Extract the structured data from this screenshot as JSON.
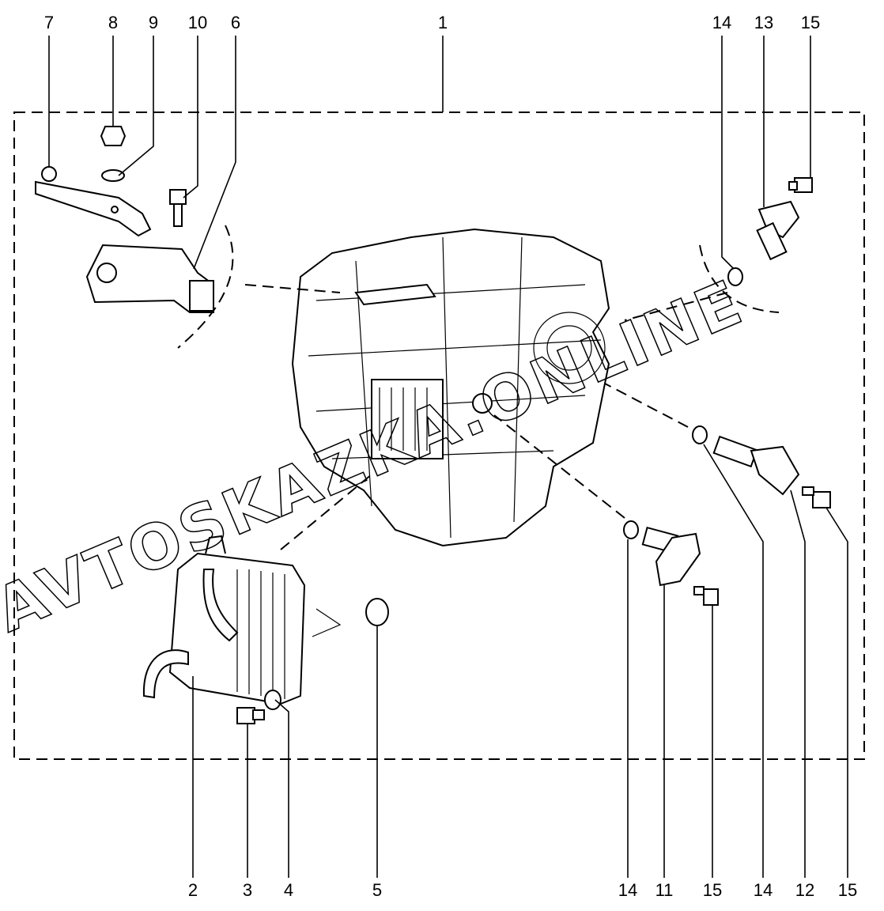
{
  "diagram": {
    "watermark": "AVTOSKAZKA.ONLINE",
    "top_labels": [
      "7",
      "8",
      "9",
      "10",
      "6",
      "1",
      "14",
      "13",
      "15"
    ],
    "bottom_labels": [
      "2",
      "3",
      "4",
      "5",
      "14",
      "11",
      "15",
      "14",
      "12",
      "15"
    ]
  }
}
